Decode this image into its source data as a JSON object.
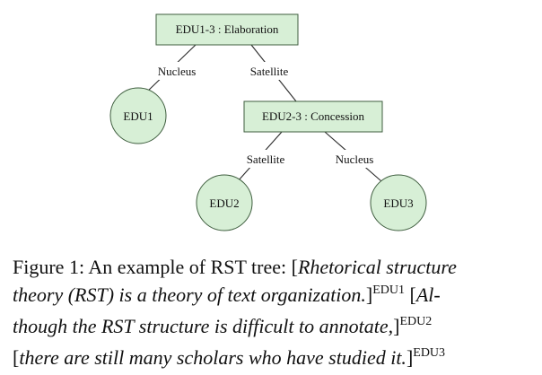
{
  "tree": {
    "root": {
      "label": "EDU1-3 : Elaboration",
      "children": [
        {
          "edge": "Nucleus",
          "node": "EDU1"
        },
        {
          "edge": "Satellite",
          "node": "EDU2-3 : Concession"
        }
      ]
    },
    "inner": {
      "label": "EDU2-3 : Concession",
      "children": [
        {
          "edge": "Satellite",
          "node": "EDU2"
        },
        {
          "edge": "Nucleus",
          "node": "EDU3"
        }
      ]
    },
    "leaves": [
      "EDU1",
      "EDU2",
      "EDU3"
    ],
    "colors": {
      "node_fill": "#d7efd6",
      "node_stroke": "#3f5e3f"
    }
  },
  "caption": {
    "prefix": "Figure 1: An example of RST tree: ",
    "line1_italic": "Rhetorical structure",
    "line2_italic": "theory (RST) is a theory of text organization.",
    "sup1": "EDU1",
    "line2_open": " [",
    "line2_tail": "Al-",
    "line3_italic": "though the RST structure is difficult to annotate,",
    "sup2": "EDU2",
    "line4_italic": "there are still many scholars who have studied it.",
    "sup3": "EDU3",
    "open_bracket": "[",
    "close_bracket": "]"
  }
}
